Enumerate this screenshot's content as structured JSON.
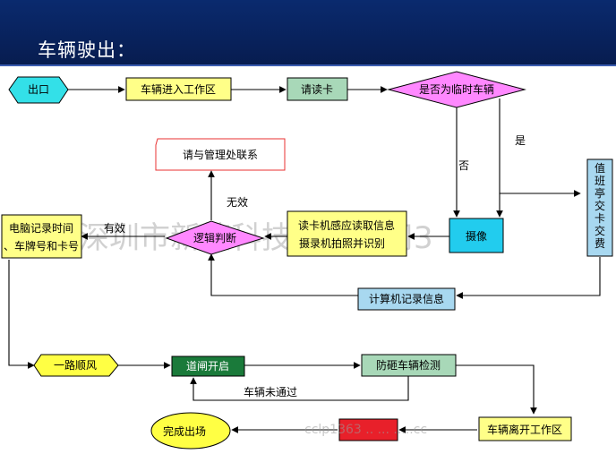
{
  "header": {
    "title": "车辆驶出："
  },
  "nodes": {
    "exit": "出口",
    "enter_area": "车辆进入工作区",
    "read_card": "请读卡",
    "is_temp": "是否为临时车辆",
    "contact_mgmt": "请与管理处联系",
    "booth_line1": "值",
    "booth_line2": "班",
    "booth_line3": "亭",
    "booth_line4": "交",
    "booth_line5": "卡",
    "booth_line6": "交",
    "booth_line7": "费",
    "pc_record_line1": "电脑记录时间",
    "pc_record_line2": "、车牌号和卡号",
    "logic_judge": "逻辑判断",
    "reader_line1": "读卡机感应读取信息",
    "reader_line2": "摄录机拍照并识别",
    "camera": "摄像",
    "computer_record": "计算机记录信息",
    "bon_voyage": "一路顺风",
    "gate_open": "道闸开启",
    "anti_smash": "防砸车辆检测",
    "leave_area": "车辆离开工作区",
    "finish": "完成出场"
  },
  "edge_labels": {
    "yes": "是",
    "no": "否",
    "invalid": "无效",
    "valid": "有效",
    "not_passed": "车辆未通过"
  },
  "watermark": {
    "main": "深圳市新捷科技有限公司3",
    "url_fragment": "cclp1363 .. ... .....cc"
  },
  "colors": {
    "banner": "#0a2a6e",
    "exit_fill": "#33e0e8",
    "box_yellow": "#ffff88",
    "box_green": "#a8d8b8",
    "diamond_pink": "#ff88ff",
    "box_blue": "#a8d8f0",
    "camera_cyan": "#22ccee",
    "gate_green": "#1a7a3a",
    "stop_red": "#e8202a",
    "arrow": "#000000"
  }
}
